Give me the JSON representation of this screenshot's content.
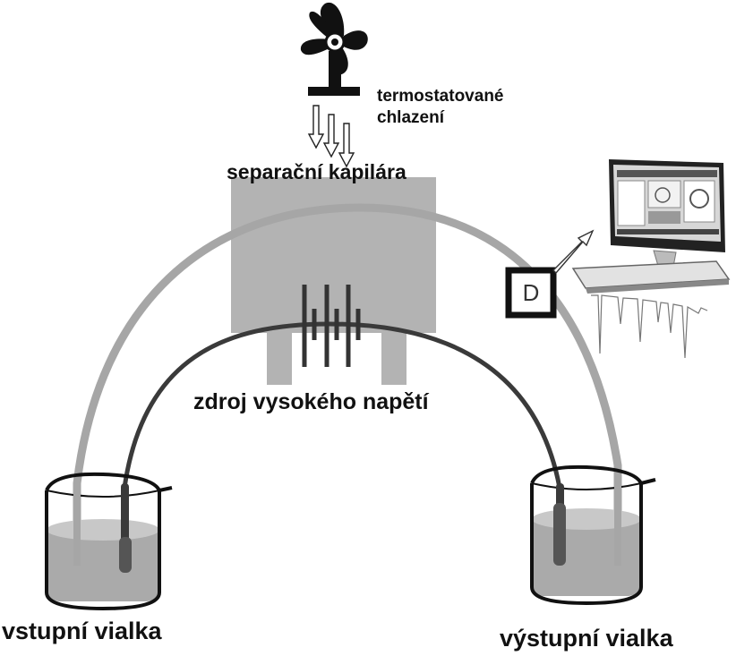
{
  "labels": {
    "cooling_line1": "termostatované",
    "cooling_line2": "chlazení",
    "capillary": "separační kapilára",
    "hv_source": "zdroj vysokého napětí",
    "inlet_vial": "vstupní vialka",
    "outlet_vial": "výstupní vialka",
    "detector": "D"
  },
  "icons": [
    "fan-icon",
    "computer-icon",
    "detector-icon",
    "battery-icon",
    "beaker-icon"
  ],
  "colors": {
    "capillary": "#a6a6a6",
    "electrode_wire": "#3a3a3a",
    "block": "#b3b3b3",
    "liquid": "#aaaaaa",
    "outline": "#111111"
  }
}
